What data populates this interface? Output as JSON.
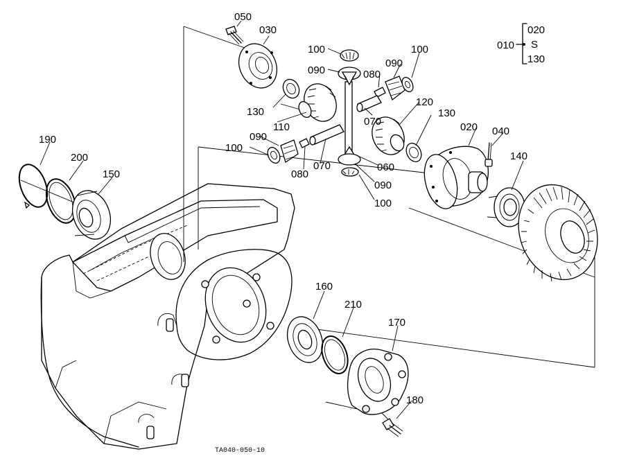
{
  "diagram": {
    "caption": "TA040-050-10",
    "group_bracket": {
      "parent": "010",
      "top": "020",
      "range_mark": "S",
      "bottom": "130"
    },
    "parts": {
      "p050": "050",
      "p030": "030",
      "p100a": "100",
      "p090a": "090",
      "p080a": "080",
      "p090b": "090",
      "p100b": "100",
      "p130a": "130",
      "p110": "110",
      "p070a": "070",
      "p120": "120",
      "p130b": "130",
      "p020": "020",
      "p040": "040",
      "p090c": "090",
      "p100c": "100",
      "p070b": "070",
      "p080b": "080",
      "p060": "060",
      "p090d": "090",
      "p100d": "100",
      "p140": "140",
      "p190": "190",
      "p200": "200",
      "p150": "150",
      "p160": "160",
      "p210": "210",
      "p170": "170",
      "p180": "180"
    }
  }
}
